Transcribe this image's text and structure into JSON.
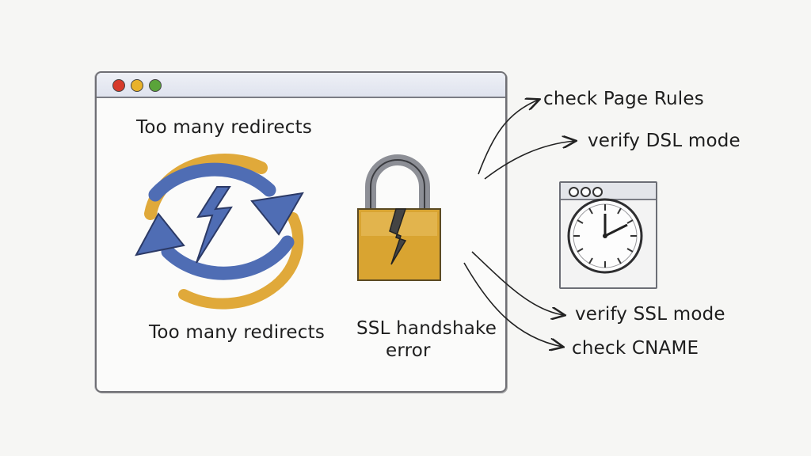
{
  "browser": {
    "heading": "Too many redirects",
    "redirect_caption": "Too many redirects",
    "ssl_caption_line1": "SSL handshake",
    "ssl_caption_line2": "error"
  },
  "actions": {
    "top": [
      "check Page Rules",
      "verify DSL mode"
    ],
    "bottom": [
      "verify SSL mode",
      "check CNAME"
    ]
  },
  "colors": {
    "arrow_blue": "#4f6db4",
    "arrow_gold": "#e0a93a",
    "lock_gold": "#d9a431",
    "lock_steel": "#8d8f96"
  }
}
